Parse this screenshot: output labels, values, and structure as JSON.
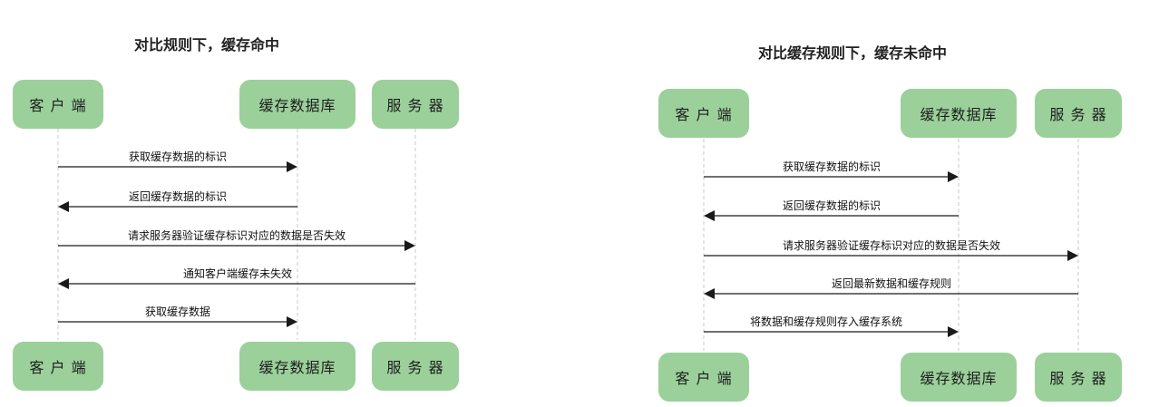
{
  "colors": {
    "actor_fill": "#9bd09a",
    "lifeline": "#c8c8c8",
    "arrow": "#1a1a1a",
    "text": "#111111"
  },
  "diagrams": [
    {
      "title": "对比规则下，缓存命中",
      "actors": [
        {
          "label": "客 户 端"
        },
        {
          "label": "缓存数据库"
        },
        {
          "label": "服 务 器"
        }
      ],
      "messages": [
        {
          "text": "获取缓存数据的标识",
          "from": 0,
          "to": 1
        },
        {
          "text": "返回缓存数据的标识",
          "from": 1,
          "to": 0
        },
        {
          "text": "请求服务器验证缓存标识对应的数据是否失效",
          "from": 0,
          "to": 2
        },
        {
          "text": "通知客户端缓存未失效",
          "from": 2,
          "to": 0
        },
        {
          "text": "获取缓存数据",
          "from": 0,
          "to": 1
        }
      ]
    },
    {
      "title": "对比缓存规则下，缓存未命中",
      "actors": [
        {
          "label": "客 户 端"
        },
        {
          "label": "缓存数据库"
        },
        {
          "label": "服 务 器"
        }
      ],
      "messages": [
        {
          "text": "获取缓存数据的标识",
          "from": 0,
          "to": 1
        },
        {
          "text": "返回缓存数据的标识",
          "from": 1,
          "to": 0
        },
        {
          "text": "请求服务器验证缓存标识对应的数据是否失效",
          "from": 0,
          "to": 2
        },
        {
          "text": "返回最新数据和缓存规则",
          "from": 2,
          "to": 0
        },
        {
          "text": "将数据和缓存规则存入缓存系统",
          "from": 0,
          "to": 1
        }
      ]
    }
  ]
}
